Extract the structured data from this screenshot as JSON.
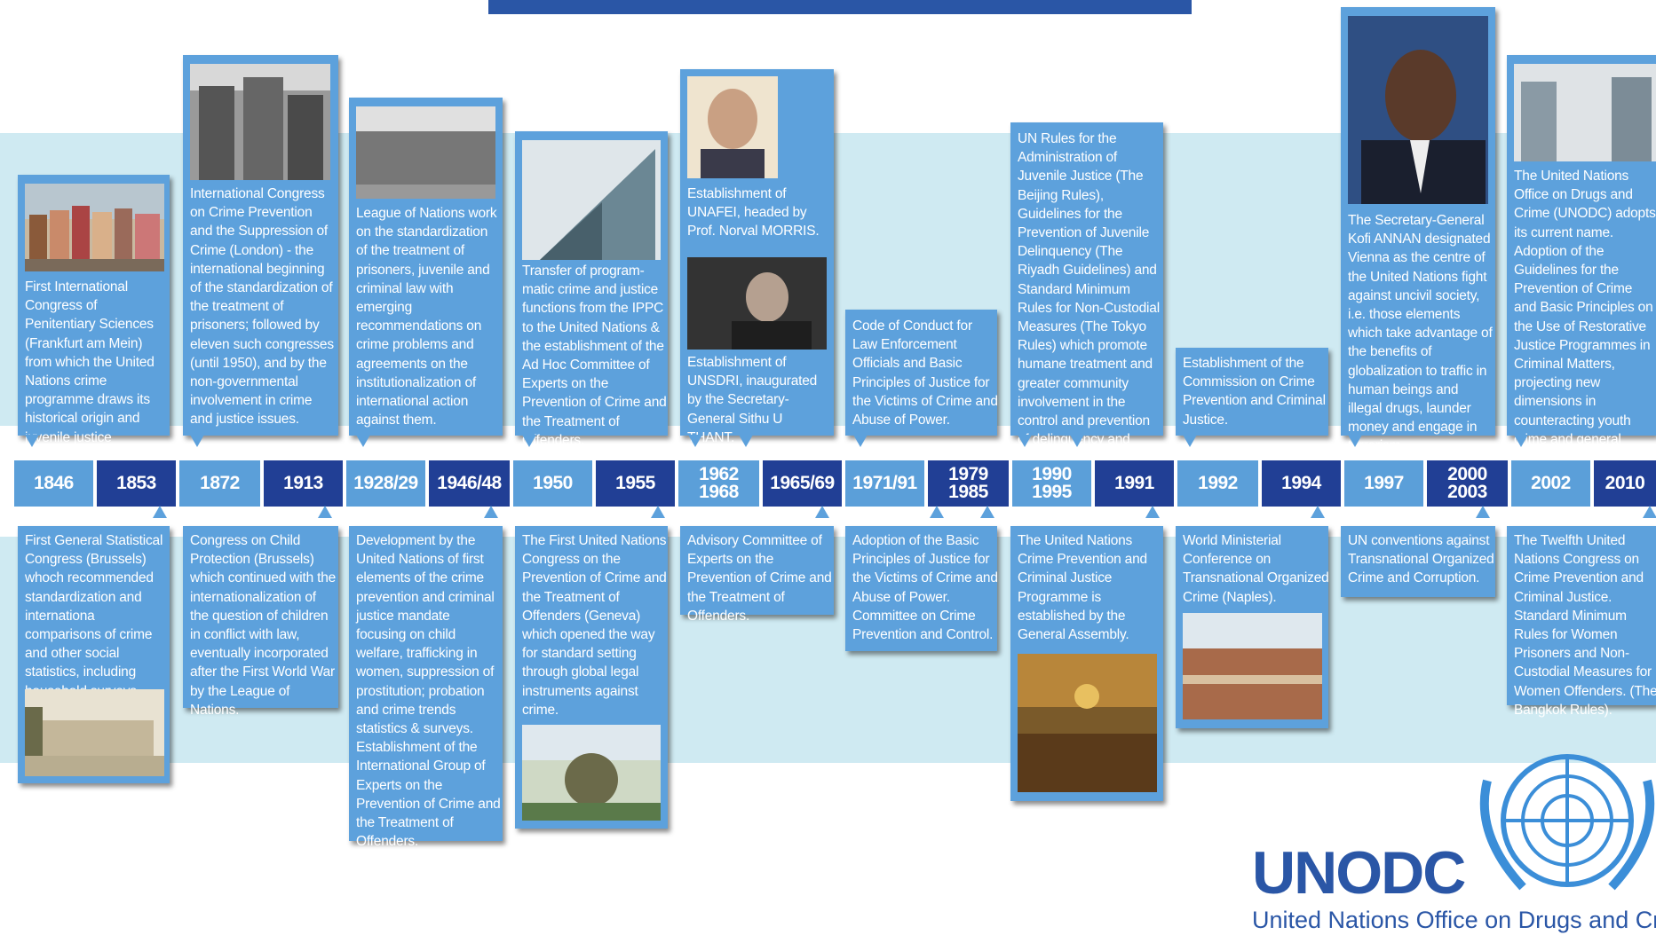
{
  "logo": {
    "acronym": "UNODC",
    "full_name": "United Nations Office on Drugs and Crim"
  },
  "years": [
    "1846",
    "1853",
    "1872",
    "1913",
    "1928/29",
    "1946/48",
    "1950",
    "1955",
    "1962",
    "1968",
    "1965/69",
    "1971/91",
    "1979",
    "1985",
    "1990",
    "1995",
    "1991",
    "1992",
    "1994",
    "1997",
    "2000",
    "2003",
    "2002",
    "2010"
  ],
  "upper": [
    "First International Congress of Penitentiary Sciences (Frankfurt am Mein) from which the United Nations crime programme draws its historical origin and juvenile justice priorities.",
    "International Congress on Crime Prevention and the Suppression of Crime (London) - the international beginning of the standardization of the treatment of prisoners; followed by eleven such congresses (until 1950), and by the non-governmental involvement in crime and justice issues.",
    "League of Nations work on the standardization of the treatment of prisoners, juvenile and criminal law with emerging recommendations on crime problems and agreements on the institutionalization of international action against them.",
    "Transfer of program-matic crime and justice functions from the IPPC to the United Nations & the establishment of the Ad Hoc Committee of Experts on the Prevention of Crime and the Treatment of Offenders.",
    "Establishment of UNAFEI, headed by Prof. Norval MORRIS.",
    "Establishment of UNSDRI, inaugurated by the Secretary-General Sithu U THANT.",
    "Code of Conduct for Law Enforcement Officials and Basic Principles of Justice for the Victims of Crime and Abuse of Power.",
    "UN Rules for the Administration of Juvenile Justice (The Beijing Rules), Guidelines for the Prevention of Juvenile Delinquency (The Riyadh Guidelines) and Standard Minimum Rules for Non-Custodial Measures (The Tokyo Rules) which promote humane treatment and greater community involvement in the control and prevention of delinquency and crime.",
    "Establishment of the Commission on Crime Prevention and Criminal Justice.",
    "The Secretary-General Kofi ANNAN designated Vienna as the centre of the United Nations fight against uncivil society, i.e. those elements which take advantage of the benefits of globalization to traffic in human beings and illegal drugs, launder money and engage in terrorism.",
    "The United Nations Office on Drugs and Crime (UNODC) adopts its current name. Adoption of the Guidelines for the Prevention of Crime and Basic Principles on the Use of Restorative Justice Programmes in Criminal Matters, projecting new dimensions in counteracting youth crime and general victimization."
  ],
  "lower": [
    "First General Statistical Congress (Brussels) whoch recommended standardization and internationa comparisons of crime and other social statistics, including household surveys.",
    "Congress on Child Protection (Brussels) which continued with the internationalization of the question of children in conflict with law, eventually incorporated after the First World War by the League of Nations.",
    "Development by the United Nations of first elements of the crime prevention and criminal justice mandate focusing on child welfare, trafficking in women, suppression of prostitution; probation and crime trends statistics & surveys. Establishment of the International Group of Experts on the Prevention of Crime and the Treatment of Offenders.",
    "The First United Nations Congress on the Prevention of Crime and the Treatment of Offenders (Geneva) which opened the way for standard setting through global legal instruments against crime.",
    "Advisory Committee of Experts on the Prevention of Crime and the Treatment of Offenders.",
    "Adoption of the Basic Principles of Justice for the Victims of Crime and Abuse of Power. Committee on Crime Prevention and Control.",
    "The United Nations Crime Prevention and Criminal Justice Programme is established by the General Assembly.",
    "World Ministerial Conference on Transnational Organized Crime (Naples).",
    "UN conventions against Transnational Organized Crime and Corruption.",
    "The Twelfth United Nations Congress on Crime Prevention and Criminal Justice. Standard Minimum Rules for Women Prisoners and Non-Custodial Measures for Women Offenders. (The Bangkok Rules)."
  ]
}
